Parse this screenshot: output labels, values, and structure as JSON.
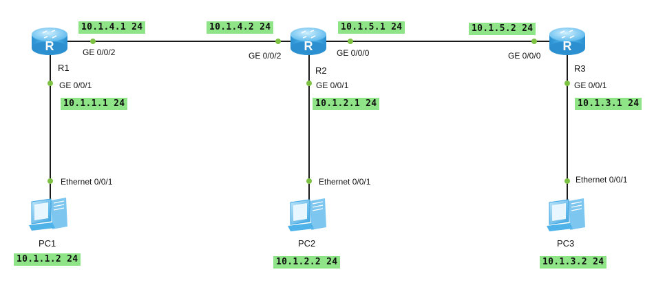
{
  "routers": [
    {
      "name": "R1",
      "icon": "router-icon",
      "icon_letter": "R"
    },
    {
      "name": "R2",
      "icon": "router-icon",
      "icon_letter": "R"
    },
    {
      "name": "R3",
      "icon": "router-icon",
      "icon_letter": "R"
    }
  ],
  "pcs": [
    {
      "name": "PC1",
      "icon": "pc-icon",
      "ip": "10.1.1.2 24",
      "port": "Ethernet 0/0/1"
    },
    {
      "name": "PC2",
      "icon": "pc-icon",
      "ip": "10.1.2.2 24",
      "port": "Ethernet 0/0/1"
    },
    {
      "name": "PC3",
      "icon": "pc-icon",
      "ip": "10.1.3.2 24",
      "port": "Ethernet 0/0/1"
    }
  ],
  "links": [
    {
      "from": "R1",
      "from_port": "GE 0/0/2",
      "from_ip": "10.1.4.1 24",
      "to": "R2",
      "to_port": "GE 0/0/2",
      "to_ip": "10.1.4.2 24"
    },
    {
      "from": "R2",
      "from_port": "GE 0/0/0",
      "from_ip": "10.1.5.1 24",
      "to": "R3",
      "to_port": "GE 0/0/0",
      "to_ip": "10.1.5.2 24"
    },
    {
      "from": "R1",
      "from_port": "GE 0/0/1",
      "from_ip": "10.1.1.1 24",
      "to": "PC1"
    },
    {
      "from": "R2",
      "from_port": "GE 0/0/1",
      "from_ip": "10.1.2.1 24",
      "to": "PC2"
    },
    {
      "from": "R3",
      "from_port": "GE 0/0/1",
      "from_ip": "10.1.3.1 24",
      "to": "PC3"
    }
  ],
  "colors": {
    "ip_label_bg": "#8ee486",
    "link_line": "#1a1a1a",
    "port_dot": "#7dc243",
    "device_blue": "#3aa3e0"
  }
}
